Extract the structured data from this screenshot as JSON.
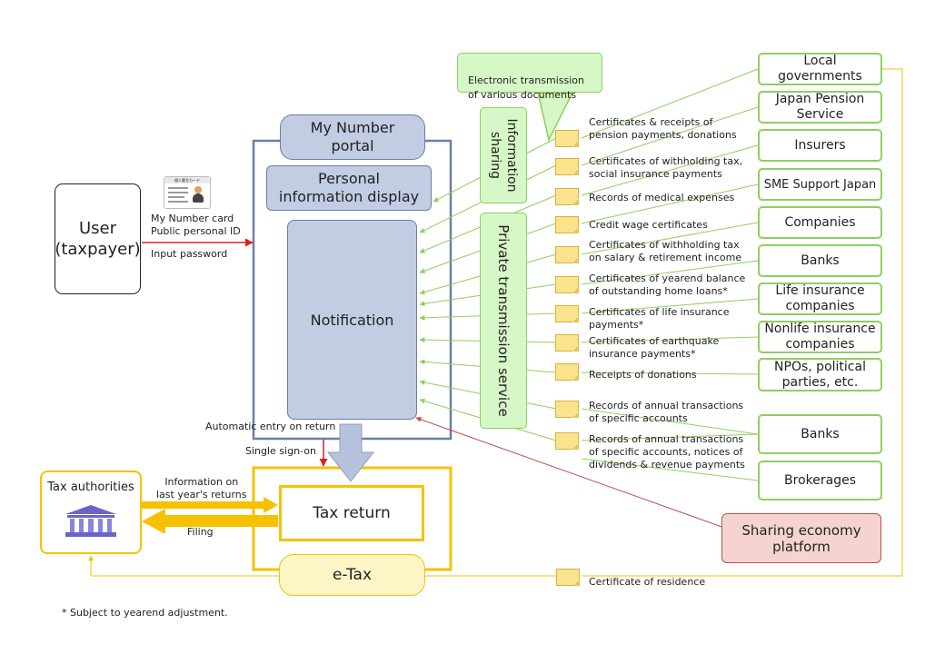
{
  "user": {
    "label": "User\n(taxpayer)"
  },
  "card": {
    "title": "個人番号カード",
    "lines": [
      "My Number card",
      "Public personal ID"
    ],
    "input_password": "Input password"
  },
  "portal": {
    "title": "My Number\nportal",
    "personal_display": "Personal\ninformation display",
    "notification": "Notification"
  },
  "callout": {
    "text": "Electronic transmission\nof various documents"
  },
  "bands": {
    "info_sharing": "Information\nsharing",
    "private_transmission": "Private transmission service"
  },
  "documents": [
    "Certificates & receipts of\npension payments, donations",
    "Certificates of withholding tax,\nsocial insurance payments",
    "Records of medical expenses",
    "Credit wage certificates",
    "Certificates of withholding tax\non salary & retirement income",
    "Certificates of yearend balance\nof outstanding home loans*",
    "Certificates of life insurance\npayments*",
    "Certificates of earthquake\ninsurance payments*",
    "Receipts of donations",
    "Records of annual transactions\nof specific accounts",
    "Records of annual transactions\nof specific accounts, notices of\ndividends & revenue payments"
  ],
  "sources": [
    "Local governments",
    "Japan Pension\nService",
    "Insurers",
    "SME Support Japan",
    "Companies",
    "Banks",
    "Life insurance\ncompanies",
    "Nonlife insurance\ncompanies",
    "NPOs, political\nparties, etc.",
    "Banks",
    "Brokerages"
  ],
  "sharing_economy": "Sharing economy\nplatform",
  "residence": "Certificate of residence",
  "auto_entry": "Automatic entry on return",
  "sso": "Single sign-on",
  "tax_return": "Tax return",
  "etax": "e-Tax",
  "authorities": {
    "title": "Tax authorities",
    "info": "Information on\nlast year's returns",
    "filing": "Filing"
  },
  "footnote": "* Subject to yearend adjustment.",
  "colors": {
    "green": "#8fcf5f",
    "green_fill": "#d6f7c6",
    "blue_frame": "#6d7fa6",
    "blue_fill": "#c2cce3",
    "gold": "#f6c100",
    "gold_fill": "#fff6c8",
    "red_arrow": "#e02020",
    "brown_line": "#c0504d",
    "pink_fill": "#f5d3d0"
  }
}
